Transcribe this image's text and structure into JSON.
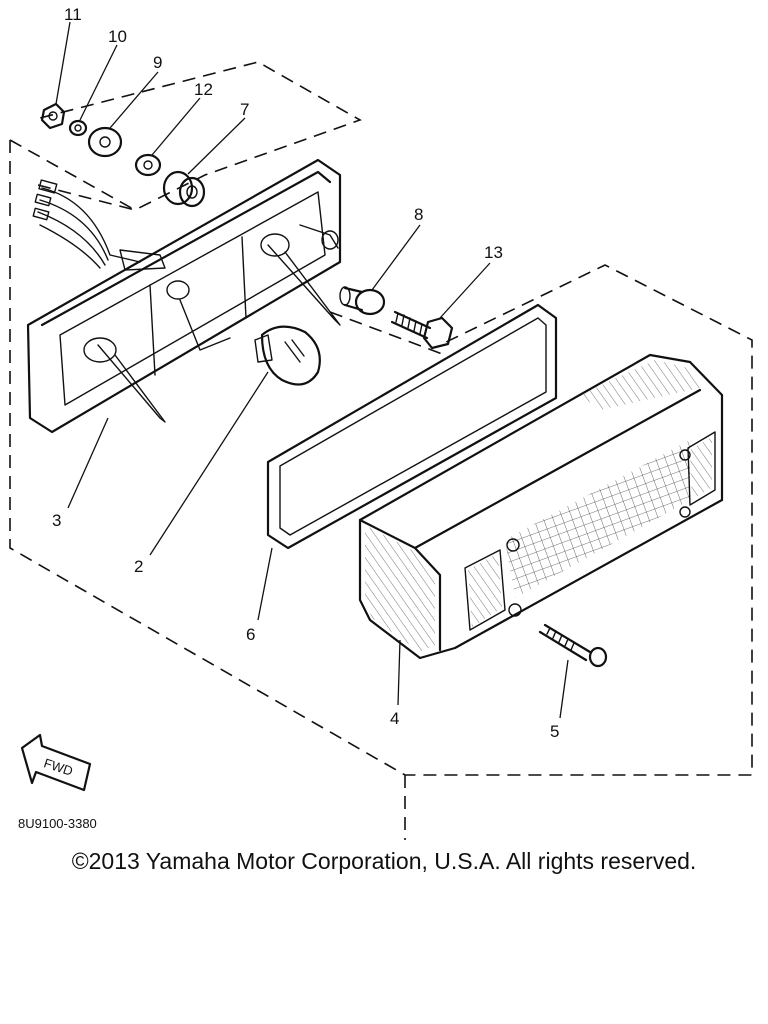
{
  "callouts": [
    "11",
    "10",
    "9",
    "12",
    "7",
    "8",
    "13",
    "3",
    "2",
    "6",
    "4",
    "5"
  ],
  "arrow_label": "FWD",
  "drawing_code": "8U9100-3380",
  "copyright": "©2013 Yamaha Motor Corporation, U.S.A. All rights reserved."
}
